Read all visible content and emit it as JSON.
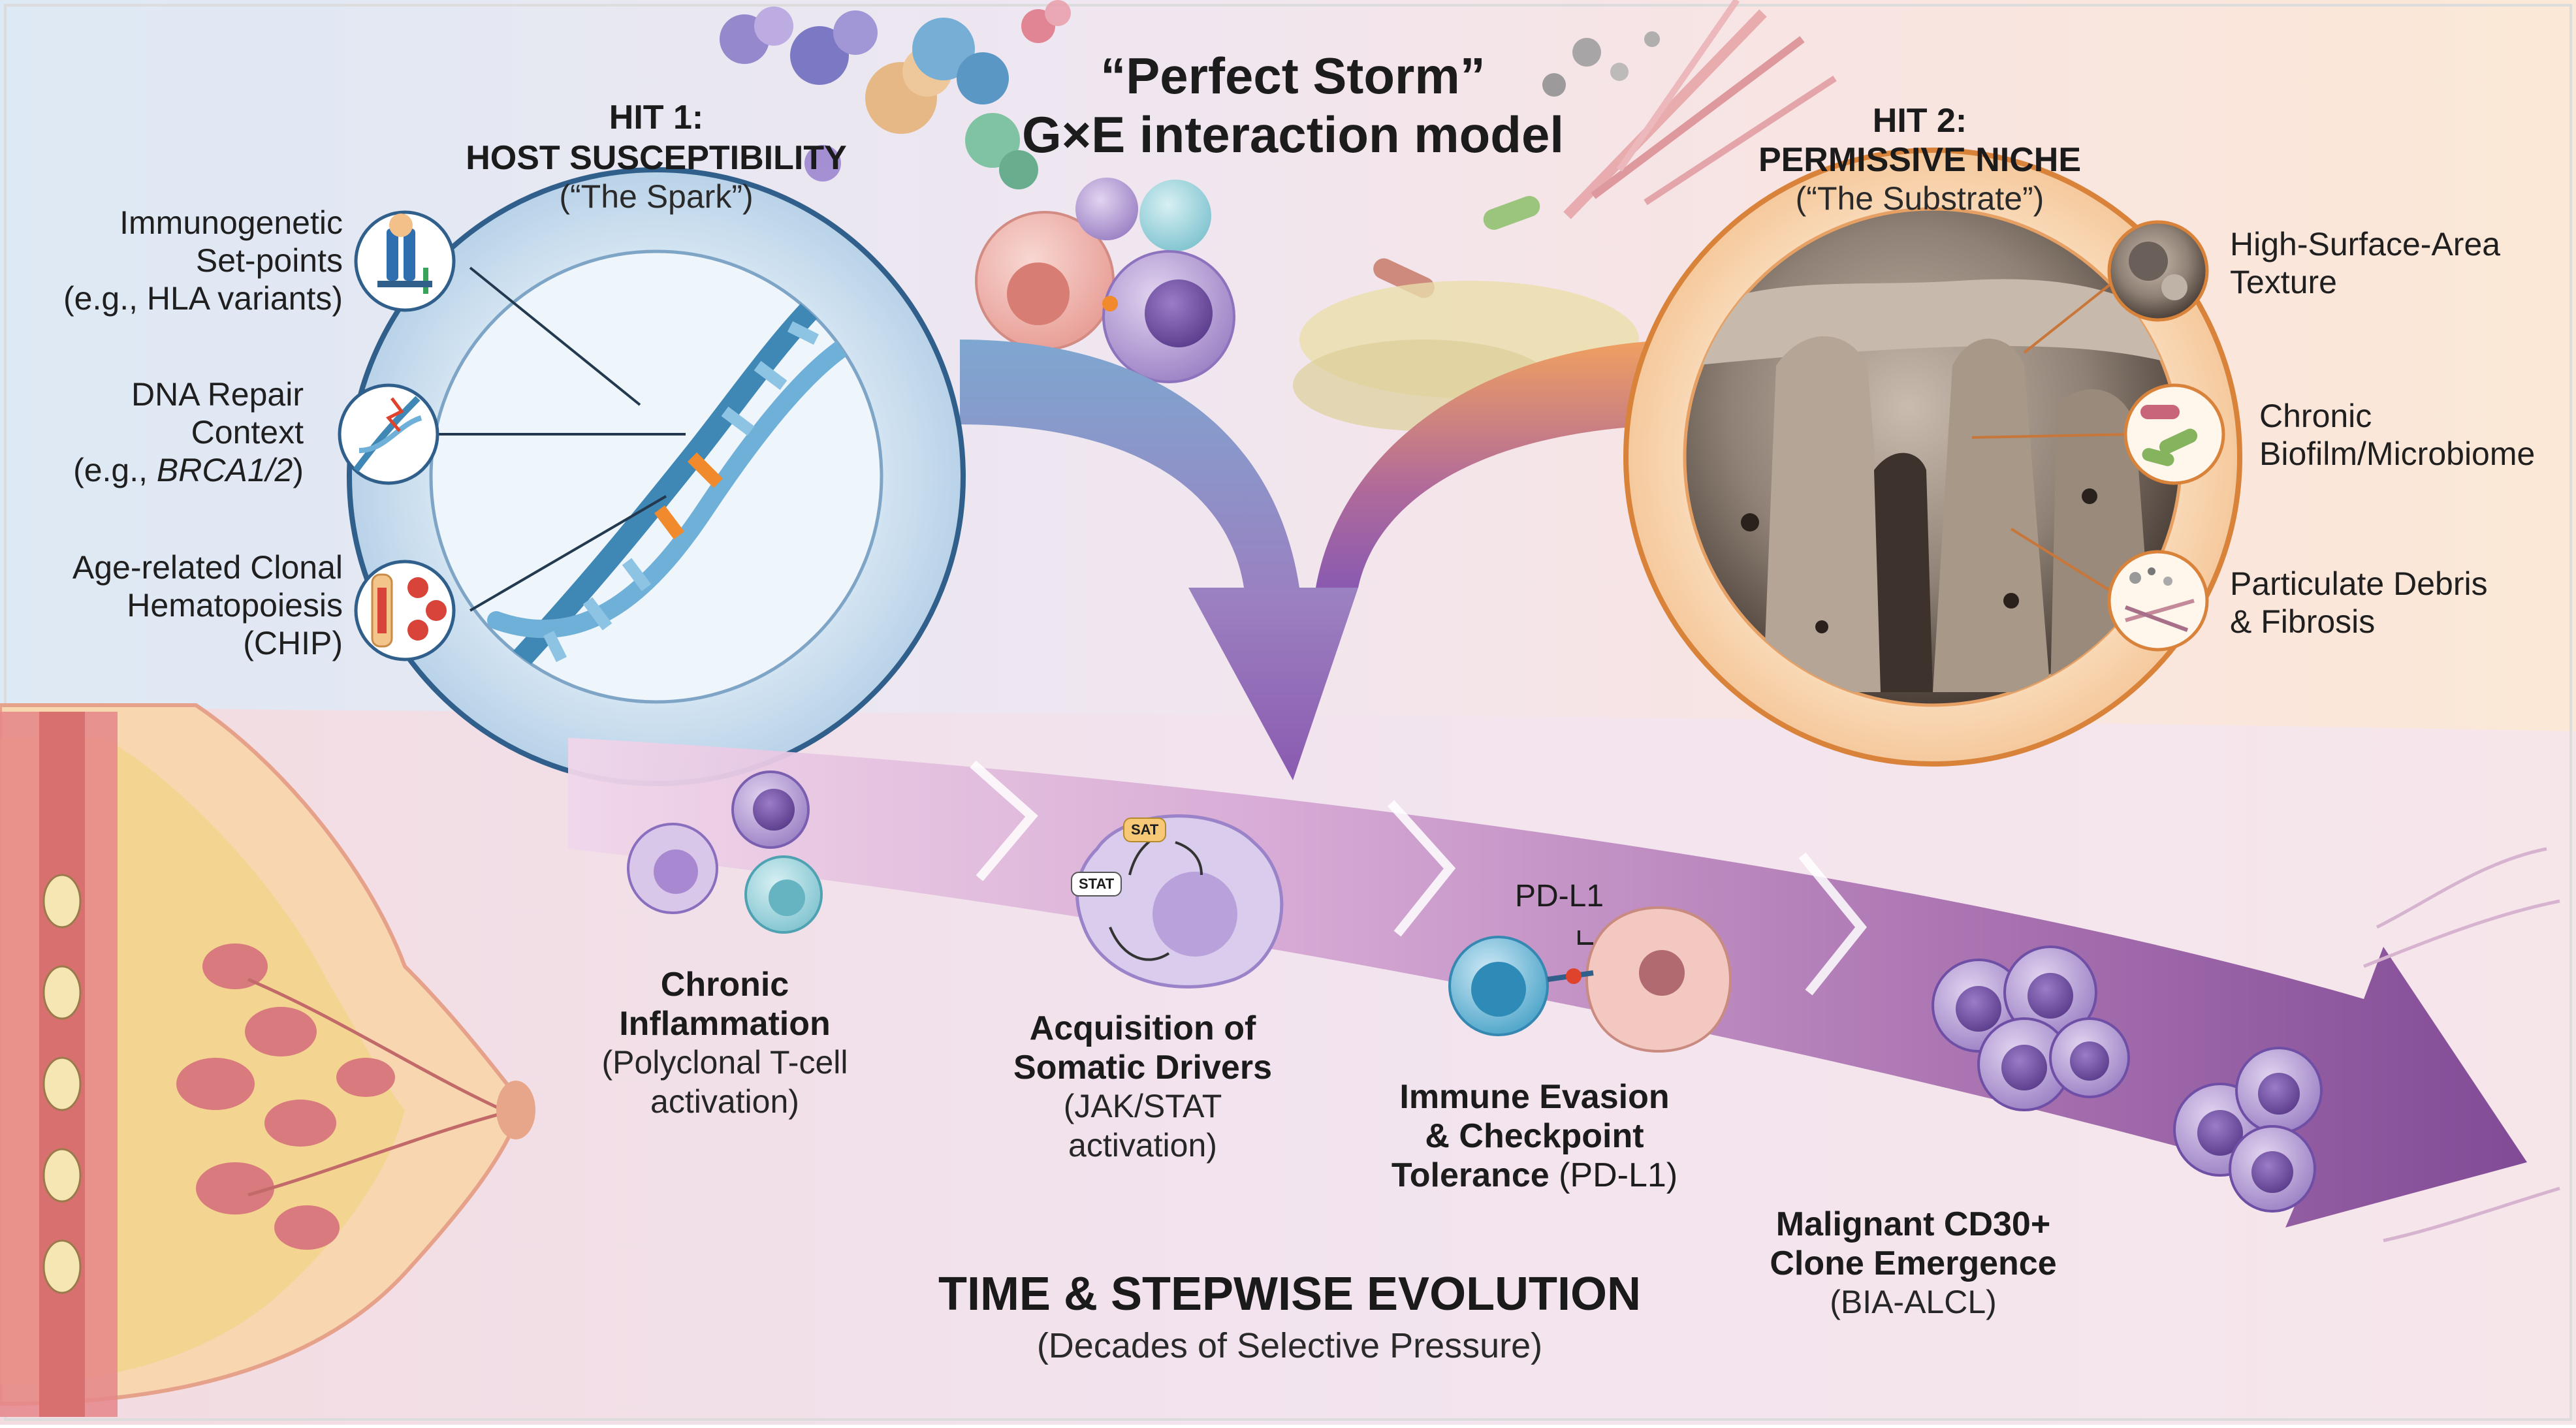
{
  "title": {
    "line1": "“Perfect Storm”",
    "line2": "G×E interaction model"
  },
  "hit1": {
    "title_line1": "HIT 1:",
    "title_line2": "HOST SUSCEPTIBILITY",
    "subtitle": "(“The Spark”)",
    "factors": [
      {
        "line1": "Immunogenetic",
        "line2": "Set-points",
        "line3": "(e.g., HLA variants)",
        "icon": "hla-receptor-icon"
      },
      {
        "line1": "DNA Repair",
        "line2": "Context",
        "line3_prefix": "(e.g., ",
        "line3_italic": "BRCA1/2",
        "line3_suffix": ")",
        "icon": "broken-dna-icon"
      },
      {
        "line1": "Age-related Clonal",
        "line2": "Hematopoiesis",
        "line3": "(CHIP)",
        "icon": "bone-marrow-icon"
      }
    ]
  },
  "hit2": {
    "title_line1": "HIT 2:",
    "title_line2": "PERMISSIVE NICHE",
    "subtitle": "(“The Substrate”)",
    "factors": [
      {
        "line1": "High-Surface-Area",
        "line2": "Texture",
        "icon": "textured-surface-icon"
      },
      {
        "line1": "Chronic",
        "line2": "Biofilm/Microbiome",
        "icon": "bacteria-icon"
      },
      {
        "line1": "Particulate Debris",
        "line2": "& Fibrosis",
        "icon": "debris-fibers-icon"
      }
    ]
  },
  "stages": [
    {
      "title_line1": "Chronic",
      "title_line2": "Inflammation",
      "sub_line1": "(Polyclonal T-cell",
      "sub_line2": "activation)"
    },
    {
      "title_line1": "Acquisition of",
      "title_line2": "Somatic Drivers",
      "sub_line1": "(JAK/STAT",
      "sub_line2": "activation)",
      "chip1": "SAT",
      "chip2": "STAT"
    },
    {
      "title_line1": "Immune Evasion",
      "title_line2": "& Checkpoint",
      "title_line3": "Tolerance",
      "title_line3_suffix": " (PD-L1)",
      "marker": "PD-L1"
    },
    {
      "title_line1": "Malignant CD30+",
      "title_line2": "Clone Emergence",
      "sub_line1": "(BIA-ALCL)"
    }
  ],
  "evolution": {
    "title": "TIME & STEPWISE EVOLUTION",
    "subtitle": "(Decades of Selective Pressure)"
  },
  "colors": {
    "hit1_ring": "#2f5f8a",
    "hit1_fill": "#cfe1f1",
    "hit2_ring": "#d9823a",
    "hit2_fill": "#fbe3c8",
    "arrow_purple": "#7b4a94",
    "dna_blue": "#3f87b5",
    "dna_orange": "#f08a2c"
  }
}
